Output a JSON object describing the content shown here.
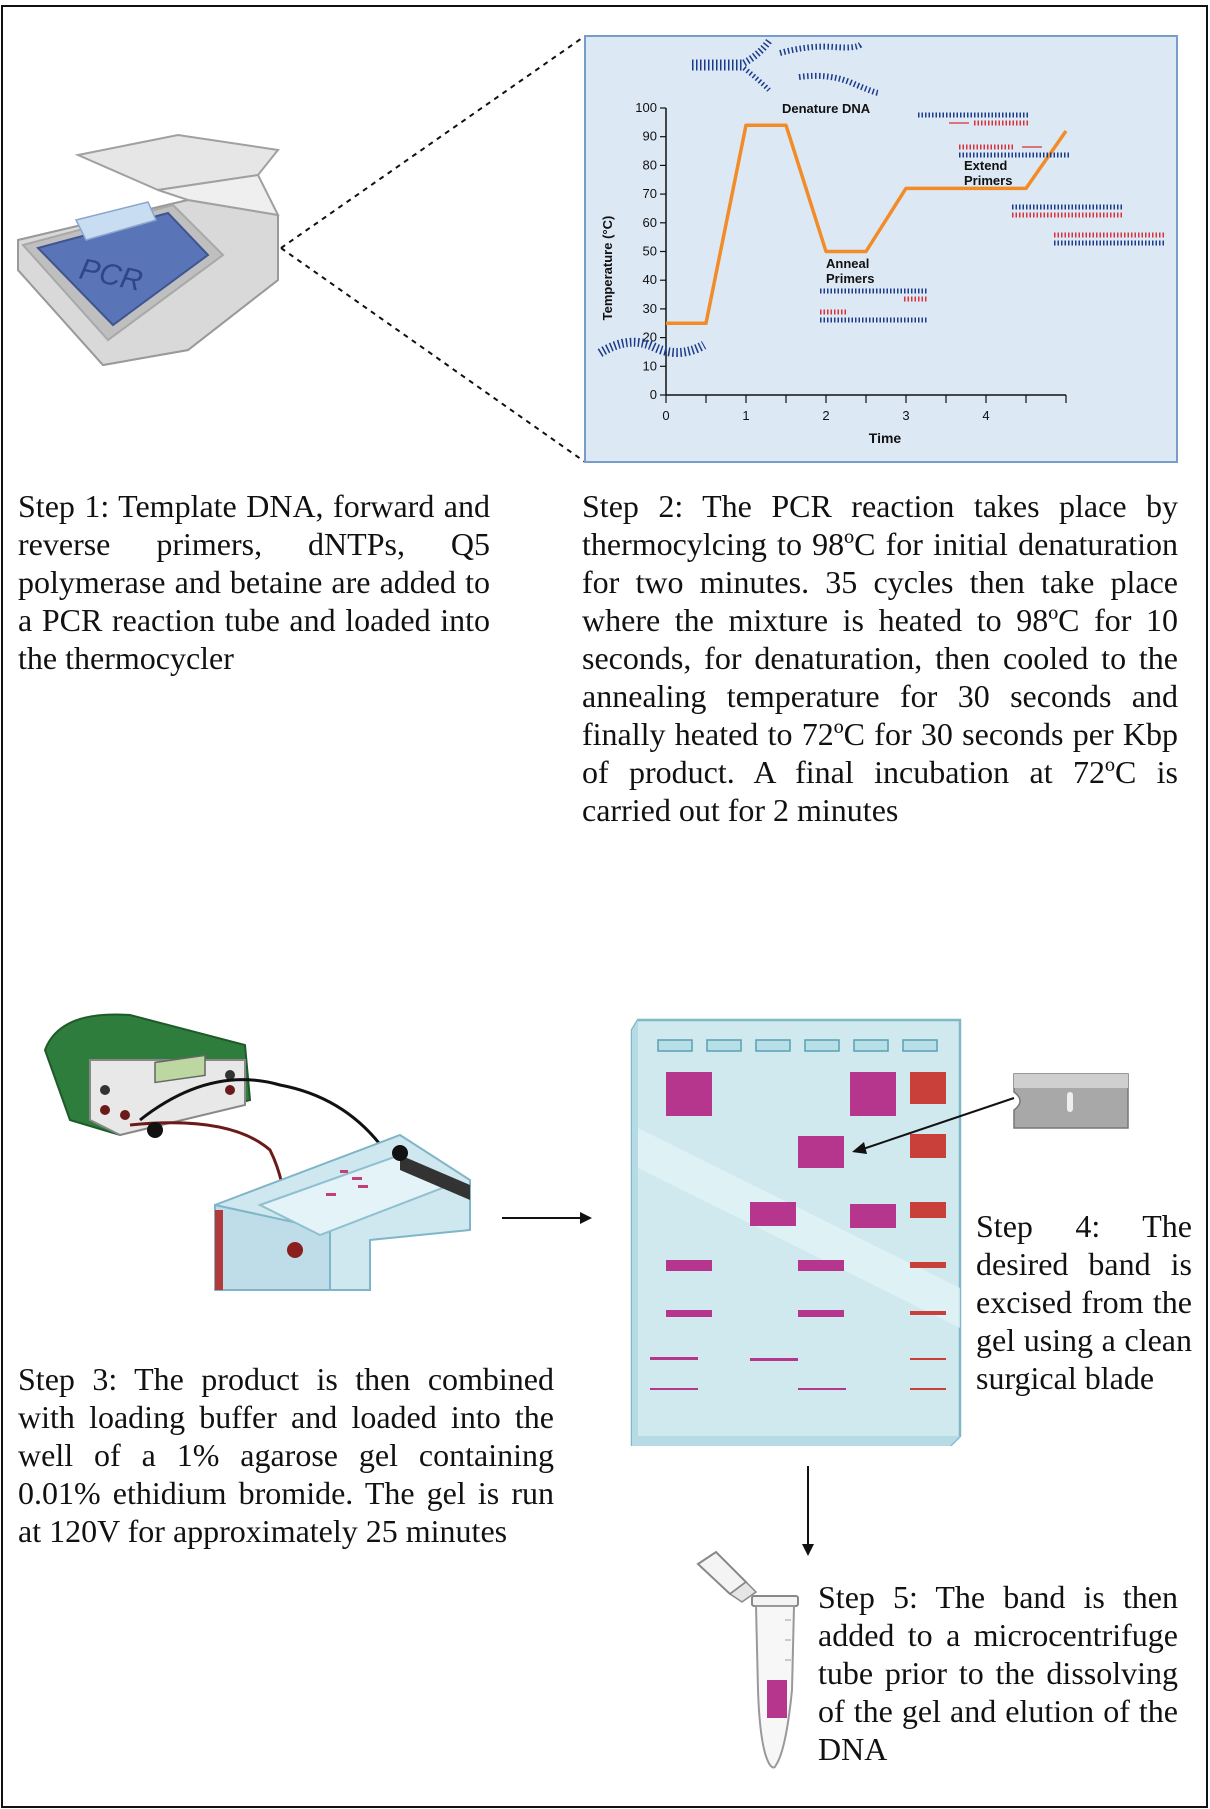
{
  "step1": {
    "device_label": "PCR",
    "text": "Step 1: Template DNA, forward and reverse primers, dNTPs, Q5 polymerase and betaine are added to a PCR reaction tube and loaded into the thermocycler"
  },
  "step2": {
    "text": "Step 2: The PCR reaction takes place by thermocylcing to 98ºC for initial denaturation for two minutes. 35 cycles then take place where the mixture is heated to 98ºC for 10 seconds, for denaturation, then cooled to the annealing temperature for 30 seconds and finally heated to 72ºC for 30 seconds per Kbp of product. A final incubation at 72ºC is carried out for 2 minutes"
  },
  "step3": {
    "text": "Step 3: The product is then combined with loading buffer and loaded into the well of a 1% agarose gel containing 0.01% ethidium bromide. The gel is run at 120V for approximately 25 minutes"
  },
  "step4": {
    "text": "Step 4: The desired band is excised from the gel using a clean surgical blade"
  },
  "step5": {
    "text": "Step 5: The band is then added to a microcentrifuge tube prior to the dissolving of the gel and elution of the DNA"
  },
  "pcr_chart": {
    "annotation_denature": "Denature DNA",
    "annotation_anneal_line1": "Anneal",
    "annotation_anneal_line2": "Primers",
    "annotation_extend_line1": "Extend",
    "annotation_extend_line2": "Primers",
    "colors": {
      "line": "#F28C28",
      "background": "#dde8f5",
      "border": "#7a9cc9",
      "dna_blue": "#1a3a8a",
      "primer_red": "#d9303a"
    }
  },
  "chart_data": {
    "type": "line",
    "title": "",
    "xlabel": "Time",
    "ylabel": "Temperature (°C)",
    "xlim": [
      0,
      5
    ],
    "ylim": [
      0,
      100
    ],
    "x_ticks": [
      0,
      1,
      2,
      3,
      4
    ],
    "y_ticks": [
      0,
      10,
      20,
      30,
      40,
      50,
      60,
      70,
      80,
      90,
      100
    ],
    "grid": false,
    "series": [
      {
        "x": [
          0,
          0.5,
          1,
          1.5,
          2,
          2.5,
          3,
          4.5,
          5
        ],
        "y": [
          25,
          25,
          94,
          94,
          50,
          50,
          72,
          72,
          92
        ]
      }
    ]
  },
  "gel": {
    "colors": {
      "gel": "#d4edf1",
      "gel_edge": "#8cc7d3",
      "band": "#b5368c",
      "ladder": "#c9403a"
    },
    "lanes": 6
  }
}
